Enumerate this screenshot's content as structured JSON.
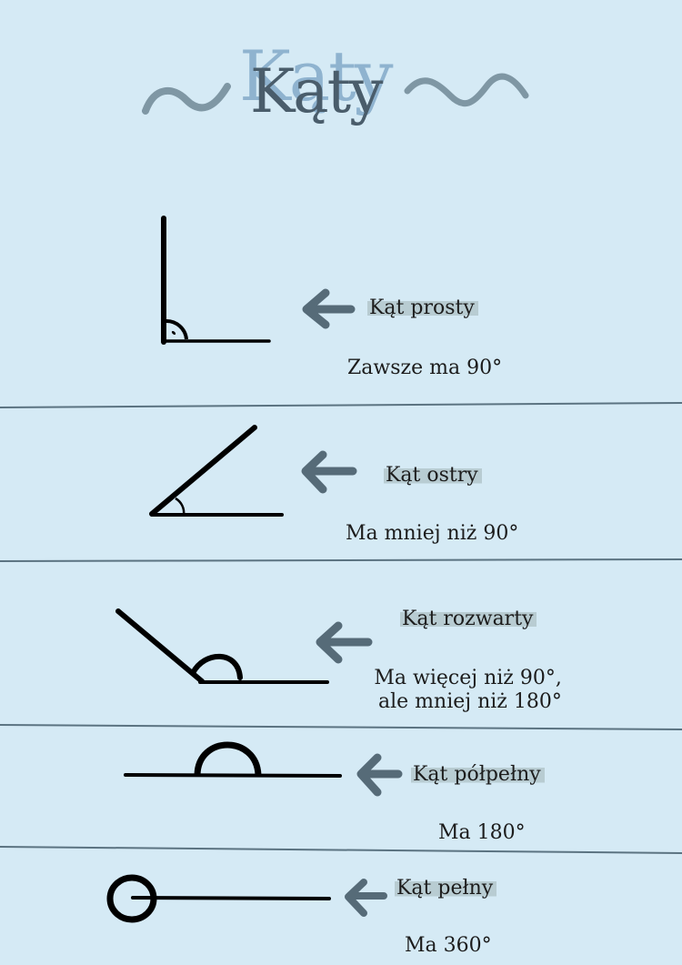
{
  "page": {
    "title": "Kąty",
    "background_color": "#d5eaf5",
    "accent_color": "#566b78",
    "title_shadow_color": "#8fb3cf",
    "title_main_color": "#4a5d6b"
  },
  "sections": [
    {
      "name": "Kąt prosty",
      "description_lines": [
        "Zawsze ma 90°"
      ],
      "diagram": "right-angle"
    },
    {
      "name": "Kąt ostry",
      "description_lines": [
        "Ma mniej niż 90°"
      ],
      "diagram": "acute-angle"
    },
    {
      "name": "Kąt rozwarty",
      "description_lines": [
        "Ma więcej niż 90°,",
        "ale mniej niż 180°"
      ],
      "diagram": "obtuse-angle"
    },
    {
      "name": "Kąt półpełny",
      "description_lines": [
        "Ma 180°"
      ],
      "diagram": "straight-angle"
    },
    {
      "name": "Kąt pełny",
      "description_lines": [
        "Ma 360°"
      ],
      "diagram": "full-angle"
    }
  ]
}
